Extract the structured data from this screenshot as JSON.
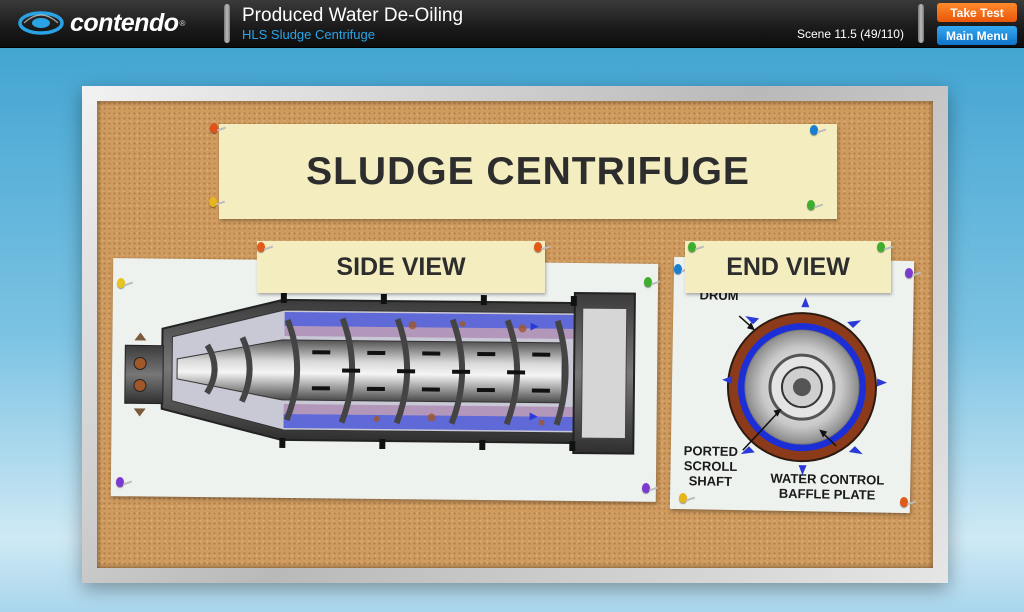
{
  "header": {
    "logo": "contendo",
    "course_title": "Produced Water De-Oiling",
    "scene_title": "HLS Sludge Centrifuge",
    "scene_counter": "Scene 11.5 (49/110)",
    "take_test_label": "Take Test",
    "main_menu_label": "Main Menu"
  },
  "board": {
    "title": "SLUDGE CENTRIFUGE",
    "side_view_label": "SIDE VIEW",
    "end_view_label": "END VIEW",
    "end_view_callouts": {
      "drum": "DRUM",
      "ported_scroll_shaft": [
        "PORTED",
        "SCROLL",
        "SHAFT"
      ],
      "water_control_baffle_plate": [
        "WATER CONTROL",
        "BAFFLE PLATE"
      ]
    }
  },
  "colors": {
    "take_test": "#f26a1b",
    "main_menu": "#1a8be0",
    "subtitle": "#2aa5e8",
    "cork": "#cf9b5f",
    "drum_outer": "#8b3a1a",
    "water_ring": "#1c2fd6",
    "flow_arrows": "#2a3ad8"
  }
}
